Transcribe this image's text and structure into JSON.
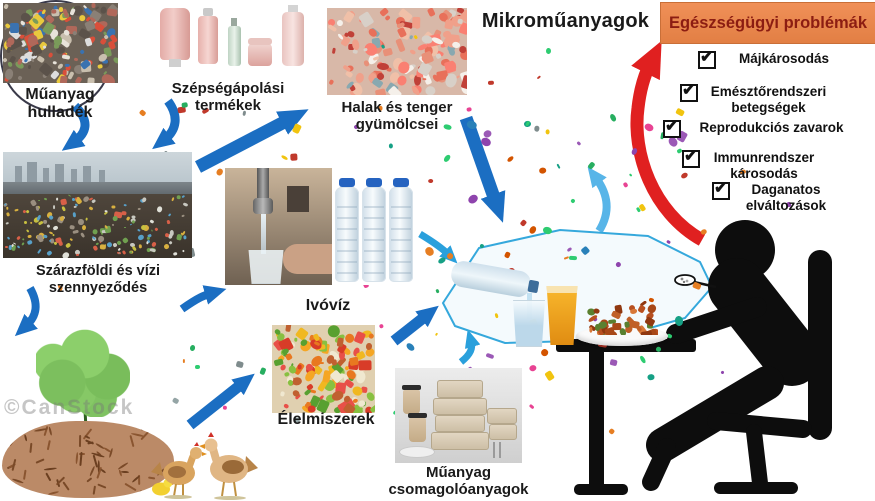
{
  "title": "Mikroműanyagok",
  "watermark": "©CanStock",
  "nodes": {
    "plastic_waste": {
      "label": "Műanyag hulladék"
    },
    "beauty_products": {
      "label": "Szépségápolási termékek"
    },
    "fish_seafood": {
      "label": "Halak és tenger gyümölcsei"
    },
    "pollution": {
      "label": "Szárazföldi és vízi szennyeződés"
    },
    "drinking_water": {
      "label": "Ivóvíz"
    },
    "foods": {
      "label": "Élelmiszerek"
    },
    "packaging": {
      "label": "Műanyag csomagolóanyagok"
    }
  },
  "health": {
    "title": "Egészségügyi problémák",
    "check": "✔",
    "items": [
      {
        "label": "Májkárosodás"
      },
      {
        "label": "Emésztőrendszeri betegségek"
      },
      {
        "label": "Reprodukciós zavarok"
      },
      {
        "label": "Immunrendszer károsodás"
      },
      {
        "label": "Daganatos elváltozások"
      }
    ]
  },
  "colors": {
    "arrow_blue": "#1b6ec2",
    "arrow_cyan": "#2aa0dc",
    "arrow_lightblue": "#58b5e8",
    "arrow_red": "#e02020",
    "health_box_bg": "#ec8950",
    "health_box_text": "#8c1d12",
    "ellipse_stroke": "#35a8dc"
  }
}
